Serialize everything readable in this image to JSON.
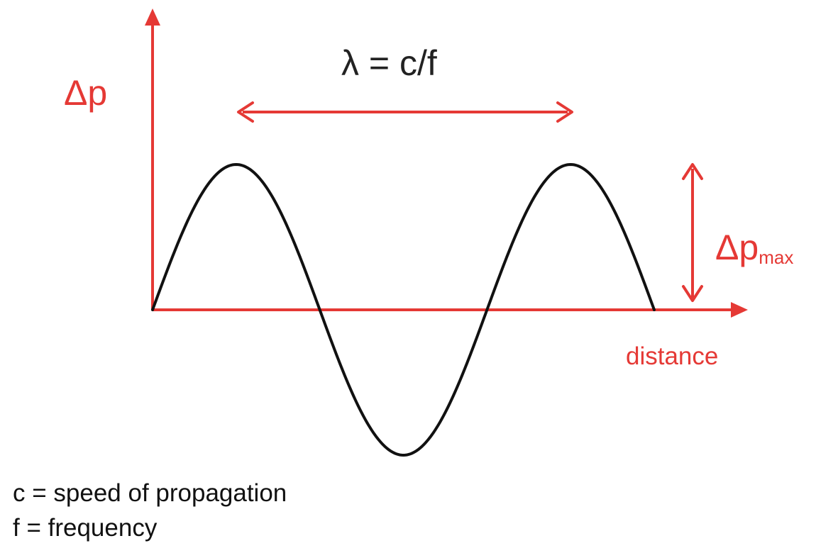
{
  "colors": {
    "accent": "#e53935",
    "curve": "#111111",
    "text": "#222222"
  },
  "labels": {
    "y_axis": "Δp",
    "x_axis": "distance",
    "wavelength_formula": "λ = c/f",
    "amplitude_main": "Δp",
    "amplitude_sub": "max"
  },
  "legend": {
    "c_line": "c = speed of propagation",
    "f_line": "f = frequency"
  },
  "wave": {
    "cycles": 1.5,
    "peak_count": 2,
    "trough_count": 1
  }
}
